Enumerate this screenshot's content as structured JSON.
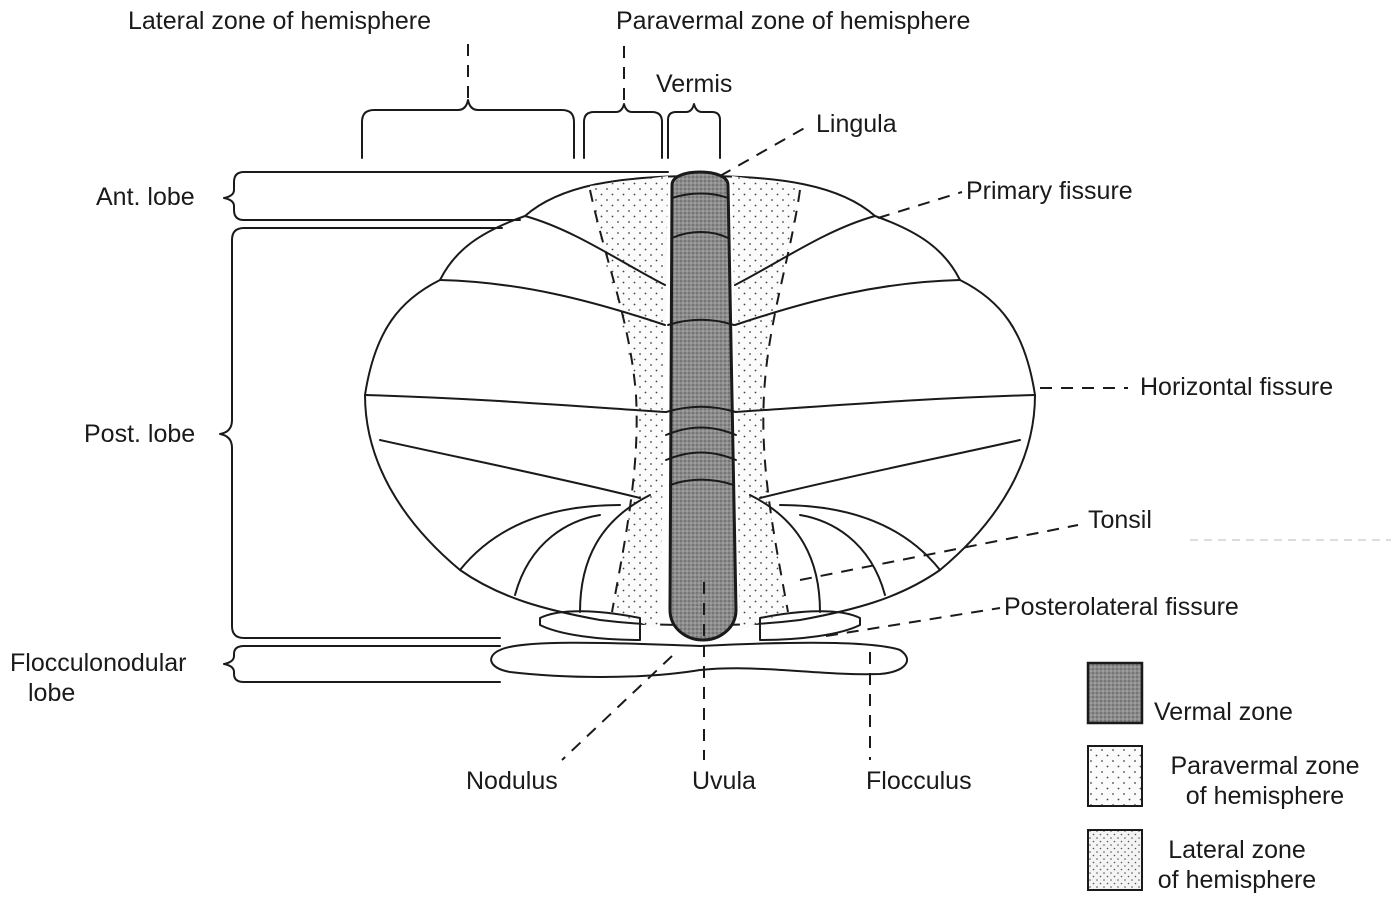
{
  "colors": {
    "ink": "#1a1a1a",
    "vermal_zone": "#8c8c8c",
    "paravermal_zone": "#fafafa",
    "lateral_zone": "#f0f0f0"
  },
  "top_labels": {
    "lateral_zone": "Lateral zone of hemisphere",
    "paravermal_zone": "Paravermal zone of hemisphere",
    "vermis": "Vermis"
  },
  "left_labels": {
    "ant_lobe": "Ant. lobe",
    "post_lobe": "Post. lobe",
    "flocculonodular_line1": "Flocculonodular",
    "flocculonodular_line2": "lobe"
  },
  "right_labels": {
    "lingula": "Lingula",
    "primary_fissure": "Primary fissure",
    "horizontal_fissure": "Horizontal fissure",
    "tonsil": "Tonsil",
    "posterolateral_fissure": "Posterolateral fissure"
  },
  "bottom_labels": {
    "nodulus": "Nodulus",
    "uvula": "Uvula",
    "flocculus": "Flocculus"
  },
  "legend": [
    {
      "label_line1": "Vermal zone",
      "label_line2": "",
      "pattern": "vermal"
    },
    {
      "label_line1": "Paravermal zone",
      "label_line2": "of hemisphere",
      "pattern": "paravermal"
    },
    {
      "label_line1": "Lateral zone",
      "label_line2": "of hemisphere",
      "pattern": "lateral"
    }
  ]
}
